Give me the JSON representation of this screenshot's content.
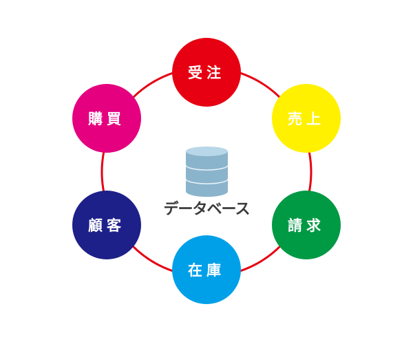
{
  "center": {
    "label": "データベース",
    "icon": "database-icon"
  },
  "ring_color": "#e60012",
  "nodes": [
    {
      "label": "受注",
      "color": "#e60012"
    },
    {
      "label": "売上",
      "color": "#fff100"
    },
    {
      "label": "請求",
      "color": "#009944"
    },
    {
      "label": "在庫",
      "color": "#00a0e9"
    },
    {
      "label": "顧客",
      "color": "#1d2088"
    },
    {
      "label": "購買",
      "color": "#e4007f"
    }
  ]
}
